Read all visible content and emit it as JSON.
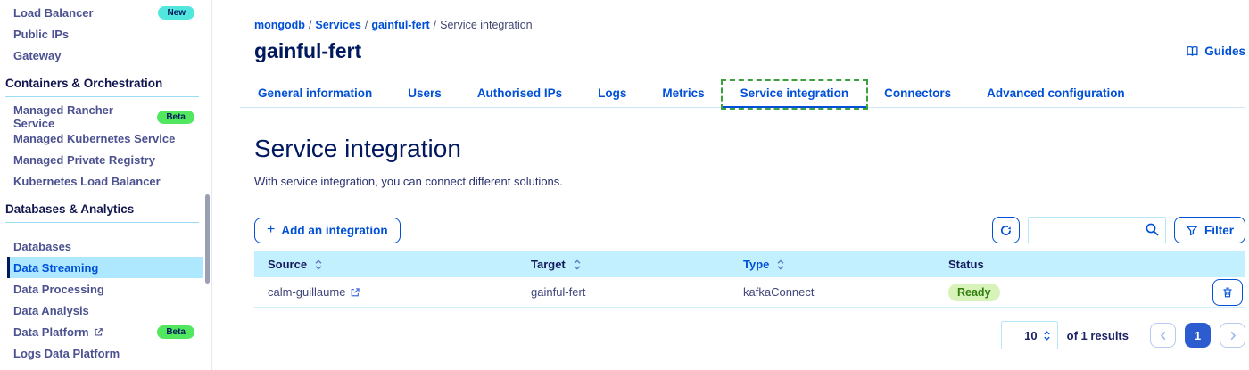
{
  "sidebar": {
    "groups": [
      {
        "items": [
          {
            "label": "Load Balancer",
            "badge": "New"
          },
          {
            "label": "Public IPs"
          },
          {
            "label": "Gateway"
          }
        ]
      },
      {
        "title": "Containers & Orchestration",
        "items": [
          {
            "label": "Managed Rancher Service",
            "badge": "Beta"
          },
          {
            "label": "Managed Kubernetes Service"
          },
          {
            "label": "Managed Private Registry"
          },
          {
            "label": "Kubernetes Load Balancer"
          }
        ]
      },
      {
        "title": "Databases & Analytics",
        "items": [
          {
            "label": "Databases"
          },
          {
            "label": "Data Streaming",
            "active": true
          },
          {
            "label": "Data Processing"
          },
          {
            "label": "Data Analysis"
          },
          {
            "label": "Data Platform",
            "external": true,
            "badge": "Beta"
          },
          {
            "label": "Logs Data Platform"
          }
        ]
      }
    ]
  },
  "breadcrumb": {
    "separator": "/",
    "links": [
      "mongodb",
      "Services",
      "gainful-fert"
    ],
    "current": "Service integration"
  },
  "header": {
    "title": "gainful-fert",
    "guides": "Guides"
  },
  "tabs": [
    {
      "label": "General information"
    },
    {
      "label": "Users"
    },
    {
      "label": "Authorised IPs"
    },
    {
      "label": "Logs"
    },
    {
      "label": "Metrics"
    },
    {
      "label": "Service integration",
      "active": true
    },
    {
      "label": "Connectors"
    },
    {
      "label": "Advanced configuration"
    }
  ],
  "section": {
    "title": "Service integration",
    "description": "With service integration, you can connect different solutions."
  },
  "toolbar": {
    "add_label": "Add an integration",
    "plus_glyph": "+",
    "filter_label": "Filter",
    "search_value": "",
    "search_placeholder": ""
  },
  "table": {
    "columns": [
      {
        "label": "Source",
        "sortable": true
      },
      {
        "label": "Target",
        "sortable": true
      },
      {
        "label": "Type",
        "sortable": true
      },
      {
        "label": "Status",
        "sortable": false
      }
    ],
    "rows": [
      {
        "source": "calm-guillaume",
        "source_external": true,
        "target": "gainful-fert",
        "type": "kafkaConnect",
        "status": "Ready"
      }
    ]
  },
  "pagination": {
    "page_size": "10",
    "results_label": "of 1 results",
    "current_page": "1"
  },
  "colors": {
    "accent": "#0050d7",
    "heading": "#00185e",
    "table_header_bg": "#c3f0ff",
    "active_nav_bg": "#ade8ff",
    "badge_new_bg": "#51e7dd",
    "badge_beta_bg": "#51e75e",
    "status_ready_bg": "#d8f3ba",
    "status_ready_text": "#2f7d0c",
    "active_page_bg": "#2d5bd0",
    "focus_dash_green": "#3da23d"
  }
}
